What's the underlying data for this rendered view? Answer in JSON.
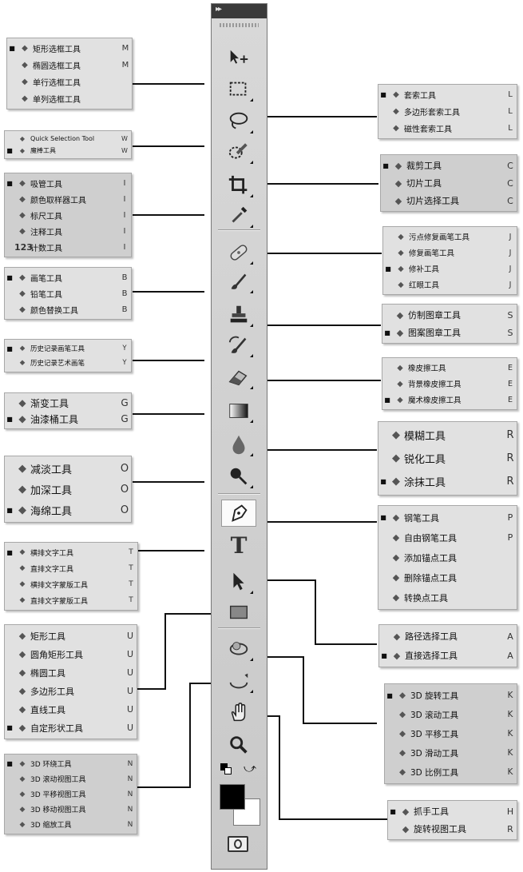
{
  "toolbar": {
    "collapse_glyph": "▸▸",
    "tools": [
      {
        "name": "move-tool",
        "icon": "move-icon"
      },
      {
        "name": "marquee-tool",
        "icon": "rect-marquee-icon"
      },
      {
        "name": "lasso-tool",
        "icon": "lasso-icon"
      },
      {
        "name": "quick-selection-tool",
        "icon": "quick-selection-icon"
      },
      {
        "name": "crop-tool",
        "icon": "crop-icon"
      },
      {
        "name": "eyedropper-tool",
        "icon": "eyedropper-icon"
      },
      {
        "name": "healing-brush-tool",
        "icon": "bandage-icon"
      },
      {
        "name": "brush-tool",
        "icon": "brush-icon"
      },
      {
        "name": "clone-stamp-tool",
        "icon": "stamp-icon"
      },
      {
        "name": "history-brush-tool",
        "icon": "history-brush-icon"
      },
      {
        "name": "eraser-tool",
        "icon": "eraser-icon"
      },
      {
        "name": "gradient-tool",
        "icon": "gradient-icon"
      },
      {
        "name": "blur-tool",
        "icon": "drop-icon"
      },
      {
        "name": "dodge-tool",
        "icon": "dodge-icon"
      },
      {
        "name": "pen-tool",
        "icon": "pen-icon"
      },
      {
        "name": "type-tool",
        "icon": "type-icon",
        "glyph": "T"
      },
      {
        "name": "path-selection-tool",
        "icon": "arrow-icon"
      },
      {
        "name": "shape-tool",
        "icon": "rectangle-icon"
      },
      {
        "name": "3d-rotate-tool",
        "icon": "3d-rotate-icon"
      },
      {
        "name": "3d-orbit-tool",
        "icon": "3d-orbit-icon"
      },
      {
        "name": "hand-tool",
        "icon": "hand-icon"
      },
      {
        "name": "zoom-tool",
        "icon": "zoom-icon"
      }
    ],
    "foreground_color": "#000000",
    "background_color": "#ffffff"
  },
  "panels": {
    "marquee": [
      {
        "mark": "■",
        "icon": "rect-marquee-icon",
        "label": "矩形选框工具",
        "key": "M"
      },
      {
        "mark": "",
        "icon": "ellipse-marquee-icon",
        "label": "椭圆选框工具",
        "key": "M"
      },
      {
        "mark": "",
        "icon": "single-row-icon",
        "label": "单行选框工具",
        "key": ""
      },
      {
        "mark": "",
        "icon": "single-column-icon",
        "label": "单列选框工具",
        "key": ""
      }
    ],
    "lasso": [
      {
        "mark": "■",
        "icon": "lasso-icon",
        "label": "套索工具",
        "key": "L"
      },
      {
        "mark": "",
        "icon": "polygon-lasso-icon",
        "label": "多边形套索工具",
        "key": "L"
      },
      {
        "mark": "",
        "icon": "magnetic-lasso-icon",
        "label": "磁性套索工具",
        "key": "L"
      }
    ],
    "quick_selection": [
      {
        "mark": "",
        "icon": "quick-selection-icon",
        "label": "Quick Selection Tool",
        "key": "W"
      },
      {
        "mark": "■",
        "icon": "magic-wand-icon",
        "label": "魔棒工具",
        "key": "W"
      }
    ],
    "crop": [
      {
        "mark": "■",
        "icon": "crop-icon",
        "label": "裁剪工具",
        "key": "C"
      },
      {
        "mark": "",
        "icon": "slice-icon",
        "label": "切片工具",
        "key": "C"
      },
      {
        "mark": "",
        "icon": "slice-select-icon",
        "label": "切片选择工具",
        "key": "C"
      }
    ],
    "eyedropper": [
      {
        "mark": "■",
        "icon": "eyedropper-icon",
        "label": "吸管工具",
        "key": "I"
      },
      {
        "mark": "",
        "icon": "color-sampler-icon",
        "label": "颜色取样器工具",
        "key": "I"
      },
      {
        "mark": "",
        "icon": "ruler-icon",
        "label": "标尺工具",
        "key": "I"
      },
      {
        "mark": "",
        "icon": "note-icon",
        "label": "注释工具",
        "key": "I"
      },
      {
        "mark": "",
        "icon": "count-icon",
        "label": "计数工具",
        "key": "I",
        "prefix": "123"
      }
    ],
    "healing": [
      {
        "mark": "",
        "icon": "spot-healing-icon",
        "label": "污点修复画笔工具",
        "key": "J"
      },
      {
        "mark": "",
        "icon": "healing-brush-icon",
        "label": "修复画笔工具",
        "key": "J"
      },
      {
        "mark": "■",
        "icon": "patch-icon",
        "label": "修补工具",
        "key": "J"
      },
      {
        "mark": "",
        "icon": "red-eye-icon",
        "label": "红眼工具",
        "key": "J"
      }
    ],
    "brush": [
      {
        "mark": "■",
        "icon": "brush-icon",
        "label": "画笔工具",
        "key": "B"
      },
      {
        "mark": "",
        "icon": "pencil-icon",
        "label": "铅笔工具",
        "key": "B"
      },
      {
        "mark": "",
        "icon": "color-replace-icon",
        "label": "颜色替换工具",
        "key": "B"
      }
    ],
    "stamp": [
      {
        "mark": "",
        "icon": "stamp-icon",
        "label": "仿制图章工具",
        "key": "S"
      },
      {
        "mark": "■",
        "icon": "pattern-stamp-icon",
        "label": "图案图章工具",
        "key": "S"
      }
    ],
    "history": [
      {
        "mark": "■",
        "icon": "history-brush-icon",
        "label": "历史记录画笔工具",
        "key": "Y"
      },
      {
        "mark": "",
        "icon": "art-history-brush-icon",
        "label": "历史记录艺术画笔",
        "key": "Y"
      }
    ],
    "eraser": [
      {
        "mark": "",
        "icon": "eraser-icon",
        "label": "橡皮擦工具",
        "key": "E"
      },
      {
        "mark": "",
        "icon": "background-eraser-icon",
        "label": "背景橡皮擦工具",
        "key": "E"
      },
      {
        "mark": "■",
        "icon": "magic-eraser-icon",
        "label": "魔术橡皮擦工具",
        "key": "E"
      }
    ],
    "gradient": [
      {
        "mark": "",
        "icon": "gradient-icon",
        "label": "渐变工具",
        "key": "G"
      },
      {
        "mark": "■",
        "icon": "paint-bucket-icon",
        "label": "油漆桶工具",
        "key": "G"
      }
    ],
    "blur": [
      {
        "mark": "",
        "icon": "blur-drop-icon",
        "label": "模糊工具",
        "key": "R"
      },
      {
        "mark": "",
        "icon": "sharpen-icon",
        "label": "锐化工具",
        "key": "R"
      },
      {
        "mark": "■",
        "icon": "smudge-icon",
        "label": "涂抹工具",
        "key": "R"
      }
    ],
    "dodge": [
      {
        "mark": "",
        "icon": "dodge-icon",
        "label": "减淡工具",
        "key": "O"
      },
      {
        "mark": "",
        "icon": "burn-icon",
        "label": "加深工具",
        "key": "O"
      },
      {
        "mark": "■",
        "icon": "sponge-icon",
        "label": "海绵工具",
        "key": "O"
      }
    ],
    "pen": [
      {
        "mark": "■",
        "icon": "pen-icon",
        "label": "钢笔工具",
        "key": "P"
      },
      {
        "mark": "",
        "icon": "freeform-pen-icon",
        "label": "自由钢笔工具",
        "key": "P"
      },
      {
        "mark": "",
        "icon": "add-anchor-icon",
        "label": "添加锚点工具",
        "key": ""
      },
      {
        "mark": "",
        "icon": "delete-anchor-icon",
        "label": "删除锚点工具",
        "key": ""
      },
      {
        "mark": "",
        "icon": "convert-point-icon",
        "label": "转换点工具",
        "key": ""
      }
    ],
    "type": [
      {
        "mark": "■",
        "icon": "horizontal-type-icon",
        "label": "横排文字工具",
        "key": "T"
      },
      {
        "mark": "",
        "icon": "vertical-type-icon",
        "label": "直排文字工具",
        "key": "T"
      },
      {
        "mark": "",
        "icon": "horizontal-mask-icon",
        "label": "横排文字蒙版工具",
        "key": "T"
      },
      {
        "mark": "",
        "icon": "vertical-mask-icon",
        "label": "直排文字蒙版工具",
        "key": "T"
      }
    ],
    "path_selection": [
      {
        "mark": "",
        "icon": "path-select-icon",
        "label": "路径选择工具",
        "key": "A"
      },
      {
        "mark": "■",
        "icon": "direct-select-icon",
        "label": "直接选择工具",
        "key": "A"
      }
    ],
    "shape": [
      {
        "mark": "",
        "icon": "rectangle-icon",
        "label": "矩形工具",
        "key": "U"
      },
      {
        "mark": "",
        "icon": "rounded-rect-icon",
        "label": "圆角矩形工具",
        "key": "U"
      },
      {
        "mark": "",
        "icon": "ellipse-icon",
        "label": "椭圆工具",
        "key": "U"
      },
      {
        "mark": "",
        "icon": "polygon-icon",
        "label": "多边形工具",
        "key": "U"
      },
      {
        "mark": "",
        "icon": "line-icon",
        "label": "直线工具",
        "key": "U"
      },
      {
        "mark": "■",
        "icon": "custom-shape-icon",
        "label": "自定形状工具",
        "key": "U"
      }
    ],
    "rotate_3d": [
      {
        "mark": "■",
        "icon": "3d-rotate-icon",
        "label": "3D 旋转工具",
        "key": "K"
      },
      {
        "mark": "",
        "icon": "3d-roll-icon",
        "label": "3D 滚动工具",
        "key": "K"
      },
      {
        "mark": "",
        "icon": "3d-pan-icon",
        "label": "3D 平移工具",
        "key": "K"
      },
      {
        "mark": "",
        "icon": "3d-slide-icon",
        "label": "3D 滑动工具",
        "key": "K"
      },
      {
        "mark": "",
        "icon": "3d-scale-icon",
        "label": "3D 比例工具",
        "key": "K"
      }
    ],
    "orbit_3d": [
      {
        "mark": "■",
        "icon": "3d-orbit-icon",
        "label": "3D 环绕工具",
        "key": "N"
      },
      {
        "mark": "",
        "icon": "3d-roll-view-icon",
        "label": "3D 滚动视图工具",
        "key": "N"
      },
      {
        "mark": "",
        "icon": "3d-pan-view-icon",
        "label": "3D 平移视图工具",
        "key": "N"
      },
      {
        "mark": "",
        "icon": "3d-walk-view-icon",
        "label": "3D 移动视图工具",
        "key": "N"
      },
      {
        "mark": "",
        "icon": "3d-zoom-icon",
        "label": "3D 缩放工具",
        "key": "N"
      }
    ],
    "hand": [
      {
        "mark": "■",
        "icon": "hand-icon",
        "label": "抓手工具",
        "key": "H"
      },
      {
        "mark": "",
        "icon": "rotate-view-icon",
        "label": "旋转视图工具",
        "key": "R"
      }
    ]
  }
}
